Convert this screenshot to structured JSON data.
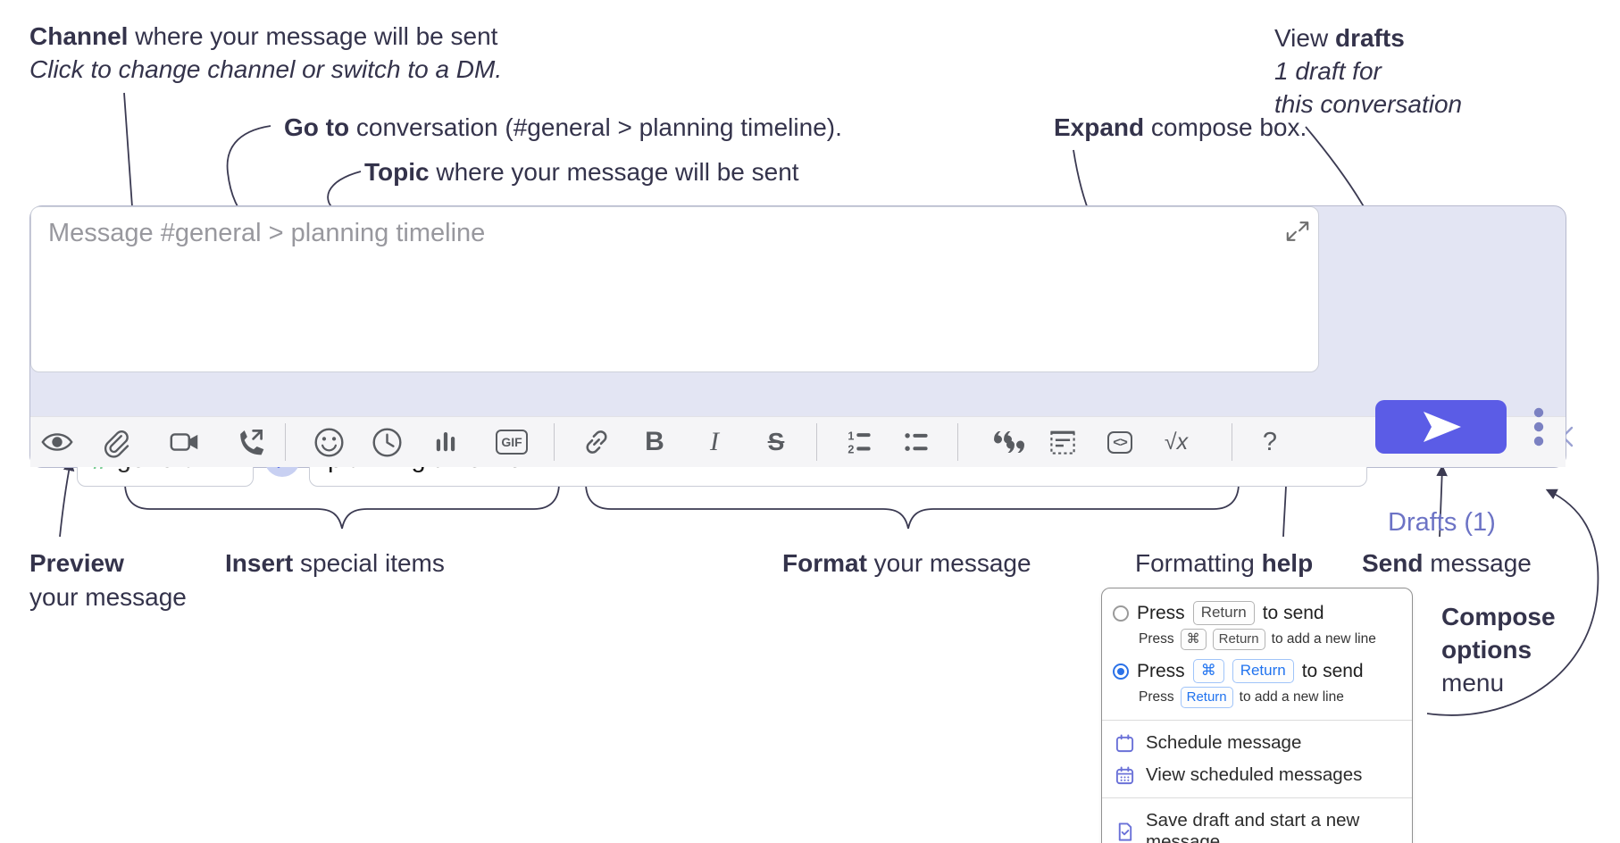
{
  "colors": {
    "annotation_text": "#34334b",
    "connector_lines": "#3b3a52",
    "compose_background": "#e3e5f3",
    "accent_green_hash": "#7bcd95",
    "goto_circle": "#c8d0f2",
    "goto_arrow_blue": "#4257e0",
    "drafts_link": "#6c73c5",
    "send_button": "#5b5ce6",
    "toolbar_icon_gray": "#595c61",
    "keycap_blue": "#2173ef",
    "menu_icon_purple": "#6a71d8"
  },
  "annotations": {
    "channel": {
      "bold": "Channel",
      "rest": " where your message will be sent",
      "italic": "Click to change channel or switch to a DM."
    },
    "goto": {
      "bold": "Go to",
      "rest": " conversation (#general > planning timeline)."
    },
    "topic": {
      "bold": "Topic",
      "rest": " where your message will be sent"
    },
    "expand": {
      "bold": "Expand",
      "rest": " compose box."
    },
    "drafts": {
      "pre": "View ",
      "bold": "drafts",
      "line2": "1 draft for",
      "line3": "this conversation"
    },
    "preview": {
      "bold": "Preview",
      "line2": "your message"
    },
    "insert": {
      "bold": "Insert",
      "rest": " special items"
    },
    "format": {
      "bold": "Format",
      "rest": " your message"
    },
    "help": {
      "pre": "Formatting ",
      "bold": "help"
    },
    "send": {
      "bold": "Send",
      "rest": " message"
    },
    "compose_options": {
      "bold1": "Compose",
      "bold2": "options",
      "rest": "menu"
    }
  },
  "compose": {
    "channel_selector": {
      "hash": "#",
      "name": "general"
    },
    "topic_input": {
      "value": "planning timeline"
    },
    "message_input": {
      "placeholder": "Message #general > planning timeline"
    },
    "drafts_link": "Drafts (1)",
    "toolbar_glyphs": {
      "gif": "GIF",
      "bold": "B",
      "italic": "I",
      "strike": "S",
      "ol_1": "1",
      "ol_2": "2",
      "code": "<>",
      "math": "√x",
      "help": "?"
    }
  },
  "options_menu": {
    "option_return": {
      "press": "Press",
      "key1": "Return",
      "tail": "to send",
      "sub_press": "Press",
      "sub_key1": "⌘",
      "sub_key2": "Return",
      "sub_tail": "to add a new line"
    },
    "option_cmd_return": {
      "press": "Press",
      "key1": "⌘",
      "key2": "Return",
      "tail": "to send",
      "sub_press": "Press",
      "sub_key1": "Return",
      "sub_tail": "to add a new line"
    },
    "items": [
      {
        "label": "Schedule message"
      },
      {
        "label": "View scheduled messages"
      },
      {
        "label": "Save draft and start a new message"
      }
    ]
  }
}
